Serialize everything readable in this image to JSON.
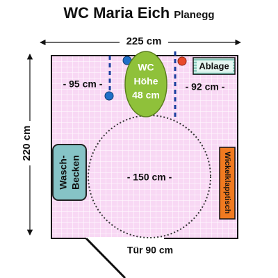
{
  "title": "WC Maria Eich",
  "subtitle": "Planegg",
  "dimensions": {
    "width": "225 cm",
    "height": "220 cm",
    "left_gap": "- 95 cm -",
    "right_gap": "- 92 cm -",
    "turning_circle": "- 150 cm -",
    "door": "Tür  90 cm"
  },
  "fixtures": {
    "wc_line1": "WC",
    "wc_line2": "Höhe",
    "wc_line3": "48 cm",
    "sink_line1": "Wasch-",
    "sink_line2": "Becken",
    "shelf": "Ablage",
    "changing_table": "Wickelklapptisch"
  },
  "colors": {
    "floor": "#f8d8f4",
    "wc": "#8fc13a",
    "sink": "#86c3c6",
    "changing_table": "#f07a20",
    "shelf": "#c7ece3",
    "grab_bar": "#1a3f9e",
    "button_blue": "#1e6fc7",
    "button_red": "#e84a2a"
  }
}
